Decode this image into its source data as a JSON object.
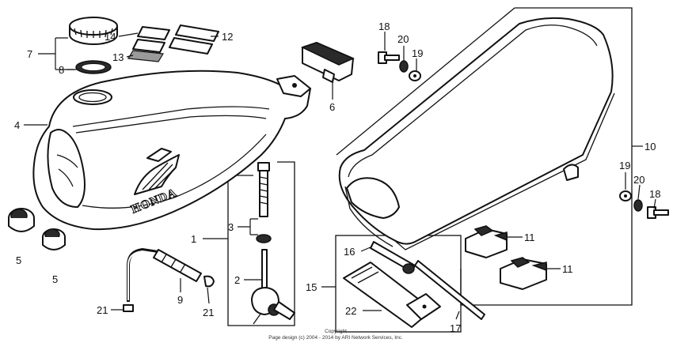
{
  "brand_text": "HONDA",
  "copyright": {
    "line1": "Copyright",
    "line2": "Page design (c) 2004 - 2014 by ARI Network Services, Inc."
  },
  "callouts": [
    {
      "id": "1",
      "label": "1"
    },
    {
      "id": "2",
      "label": "2"
    },
    {
      "id": "3",
      "label": "3"
    },
    {
      "id": "4",
      "label": "4"
    },
    {
      "id": "5a",
      "label": "5"
    },
    {
      "id": "5b",
      "label": "5"
    },
    {
      "id": "6",
      "label": "6"
    },
    {
      "id": "7",
      "label": "7"
    },
    {
      "id": "8",
      "label": "8"
    },
    {
      "id": "9",
      "label": "9"
    },
    {
      "id": "10",
      "label": "10"
    },
    {
      "id": "11a",
      "label": "11"
    },
    {
      "id": "11b",
      "label": "11"
    },
    {
      "id": "12",
      "label": "12"
    },
    {
      "id": "13",
      "label": "13"
    },
    {
      "id": "14",
      "label": "14"
    },
    {
      "id": "15",
      "label": "15"
    },
    {
      "id": "16",
      "label": "16"
    },
    {
      "id": "17",
      "label": "17"
    },
    {
      "id": "18a",
      "label": "18"
    },
    {
      "id": "18b",
      "label": "18"
    },
    {
      "id": "19a",
      "label": "19"
    },
    {
      "id": "19b",
      "label": "19"
    },
    {
      "id": "20a",
      "label": "20"
    },
    {
      "id": "20b",
      "label": "20"
    },
    {
      "id": "21a",
      "label": "21"
    },
    {
      "id": "21b",
      "label": "21"
    },
    {
      "id": "22",
      "label": "22"
    }
  ]
}
